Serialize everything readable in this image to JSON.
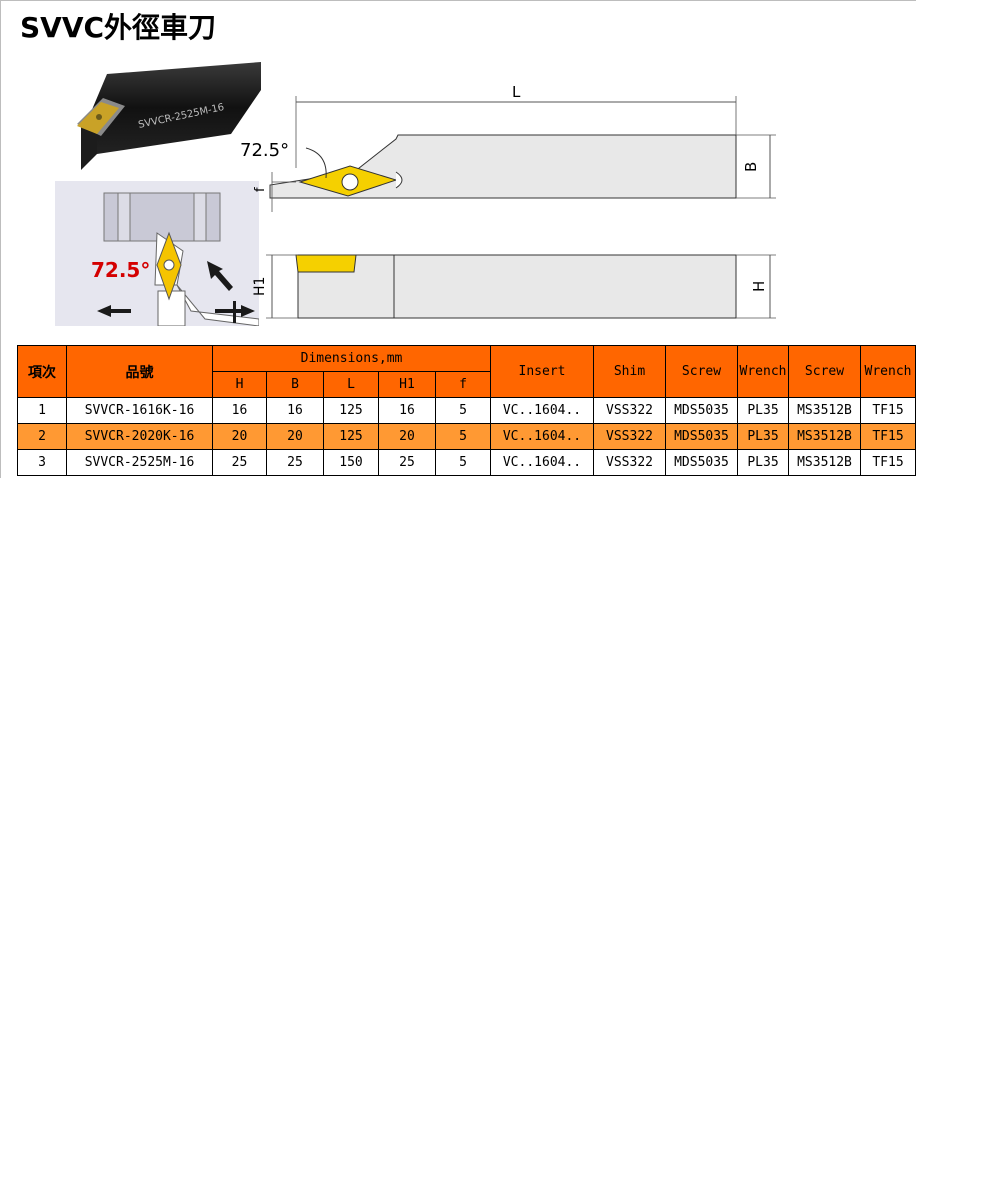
{
  "title": "SVVC外徑車刀",
  "product_photo": {
    "engraving": "SVVCR-2525M-16"
  },
  "angle_diagram": {
    "angle_label": "72.5°",
    "colors": {
      "insert": "#f5c400",
      "angle_text": "#d40000",
      "arrow": "#1a1a1a",
      "background": "#e6e6ef"
    }
  },
  "drawing": {
    "angle_label": "72.5°",
    "dim_L": "L",
    "dim_B": "B",
    "dim_f": "f",
    "dim_H1": "H1",
    "dim_H": "H",
    "colors": {
      "body": "#e8e8e8",
      "insert": "#f5d000",
      "line": "#333333"
    }
  },
  "table": {
    "colors": {
      "header_bg": "#ff6600",
      "highlight_bg": "#ff9933"
    },
    "headers": {
      "item": "項次",
      "part_no": "品號",
      "dimensions": "Dimensions,mm",
      "dims": [
        "H",
        "B",
        "L",
        "H1",
        "f"
      ],
      "insert": "Insert",
      "shim": "Shim",
      "screw1": "Screw",
      "wrench1": "Wrench",
      "screw2": "Screw",
      "wrench2": "Wrench"
    },
    "rows": [
      {
        "item": "1",
        "part_no": "SVVCR-1616K-16",
        "H": "16",
        "B": "16",
        "L": "125",
        "H1": "16",
        "f": "5",
        "insert": "VC..1604..",
        "shim": "VSS322",
        "screw1": "MDS5035",
        "wrench1": "PL35",
        "screw2": "MS3512B",
        "wrench2": "TF15"
      },
      {
        "item": "2",
        "part_no": "SVVCR-2020K-16",
        "H": "20",
        "B": "20",
        "L": "125",
        "H1": "20",
        "f": "5",
        "insert": "VC..1604..",
        "shim": "VSS322",
        "screw1": "MDS5035",
        "wrench1": "PL35",
        "screw2": "MS3512B",
        "wrench2": "TF15"
      },
      {
        "item": "3",
        "part_no": "SVVCR-2525M-16",
        "H": "25",
        "B": "25",
        "L": "150",
        "H1": "25",
        "f": "5",
        "insert": "VC..1604..",
        "shim": "VSS322",
        "screw1": "MDS5035",
        "wrench1": "PL35",
        "screw2": "MS3512B",
        "wrench2": "TF15"
      }
    ]
  }
}
